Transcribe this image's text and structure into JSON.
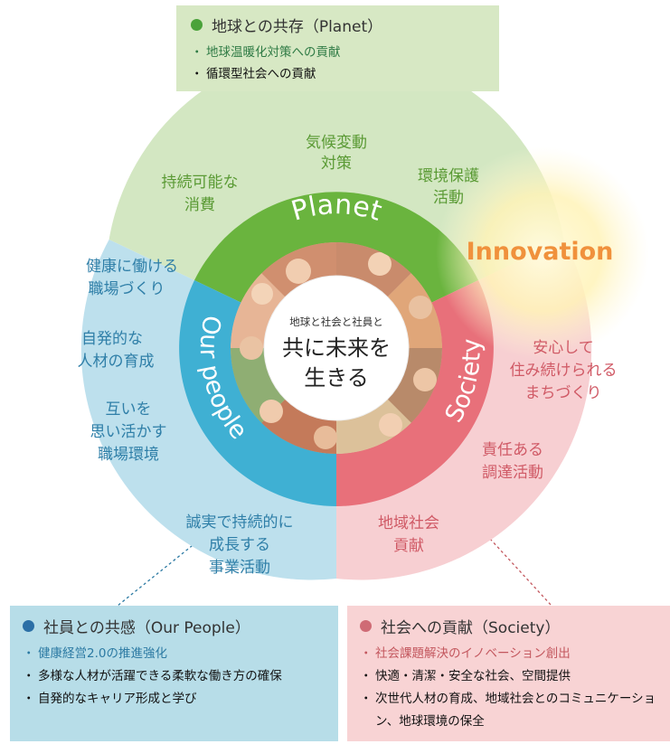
{
  "planet_box": {
    "title": "地球との共存（Planet）",
    "items": [
      "地球温暖化対策への貢献",
      "循環型社会への貢献"
    ]
  },
  "people_box": {
    "title": "社員との共感（Our People）",
    "items": [
      "健康経営2.0の推進強化",
      "多様な人材が活躍できる柔軟な働き方の確保",
      "自発的なキャリア形成と学び"
    ]
  },
  "society_box": {
    "title": "社会への貢献（Society）",
    "items": [
      "社会課題解決のイノベーション創出",
      "快適・清潔・安全な社会、空間提供",
      "次世代人材の育成、地域社会とのコミュニケーション、地球環境の保全"
    ]
  },
  "ring_labels": {
    "planet": "Planet",
    "people": "Our people",
    "society": "Society",
    "innovation": "Innovation"
  },
  "center": {
    "small": "地球と社会と社員と",
    "line1": "共に未来を",
    "line2": "生きる"
  },
  "planet_outer": {
    "climate": [
      "気候変動",
      "対策"
    ],
    "env": [
      "環境保護",
      "活動"
    ],
    "consume": [
      "持続可能な",
      "消費"
    ]
  },
  "people_outer": {
    "health": [
      "健康に働ける",
      "職場づくり"
    ],
    "talent": [
      "自発的な",
      "人材の育成"
    ],
    "mutual": [
      "互いを",
      "思い活かす",
      "職場環境"
    ],
    "honest": [
      "誠実で持続的に",
      "成長する",
      "事業活動"
    ]
  },
  "society_outer": {
    "town": [
      "安心して",
      "住み続けられる",
      "まちづくり"
    ],
    "procure": [
      "責任ある",
      "調達活動"
    ],
    "community": [
      "地域社会",
      "貢献"
    ]
  },
  "colors": {
    "planet": "#6ab43e",
    "people": "#3fb0d3",
    "society": "#e8707a",
    "planet_outer": "#d3e7c2",
    "people_outer": "#bde0ed",
    "society_outer": "#f7cfd2",
    "innovation": "#f0913c"
  }
}
